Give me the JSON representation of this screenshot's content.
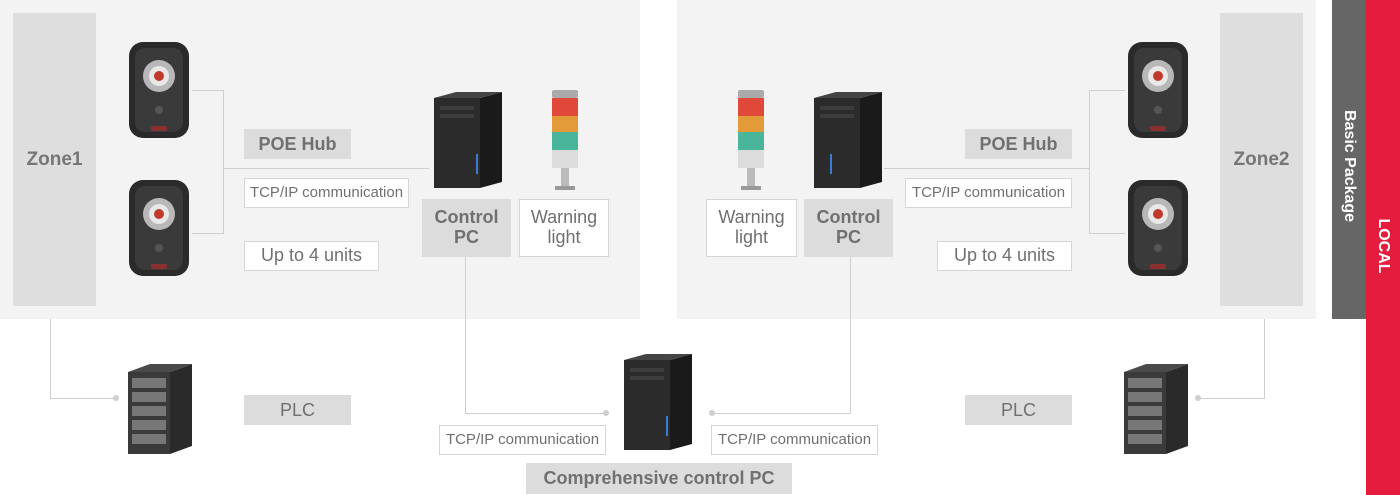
{
  "zones": {
    "left": "Zone1",
    "right": "Zone2"
  },
  "labels": {
    "poe_hub": "POE Hub",
    "tcp_ip": "TCP/IP communication",
    "up_to_units": "Up to 4 units",
    "control_pc_line1": "Control",
    "control_pc_line2": "PC",
    "warning_line1": "Warning",
    "warning_line2": "light",
    "plc": "PLC",
    "comprehensive_pc": "Comprehensive control PC"
  },
  "side": {
    "package": "Basic Package",
    "local": "LOCAL"
  },
  "colors": {
    "accent_red": "#e41d3c",
    "side_gray": "#666666",
    "panel_bg": "#f3f3f3"
  },
  "icons": {
    "camera": "face-recognition-camera-icon",
    "tower_pc": "tower-pc-icon",
    "warning_light": "signal-tower-light-icon",
    "server_rack": "server-rack-icon"
  }
}
